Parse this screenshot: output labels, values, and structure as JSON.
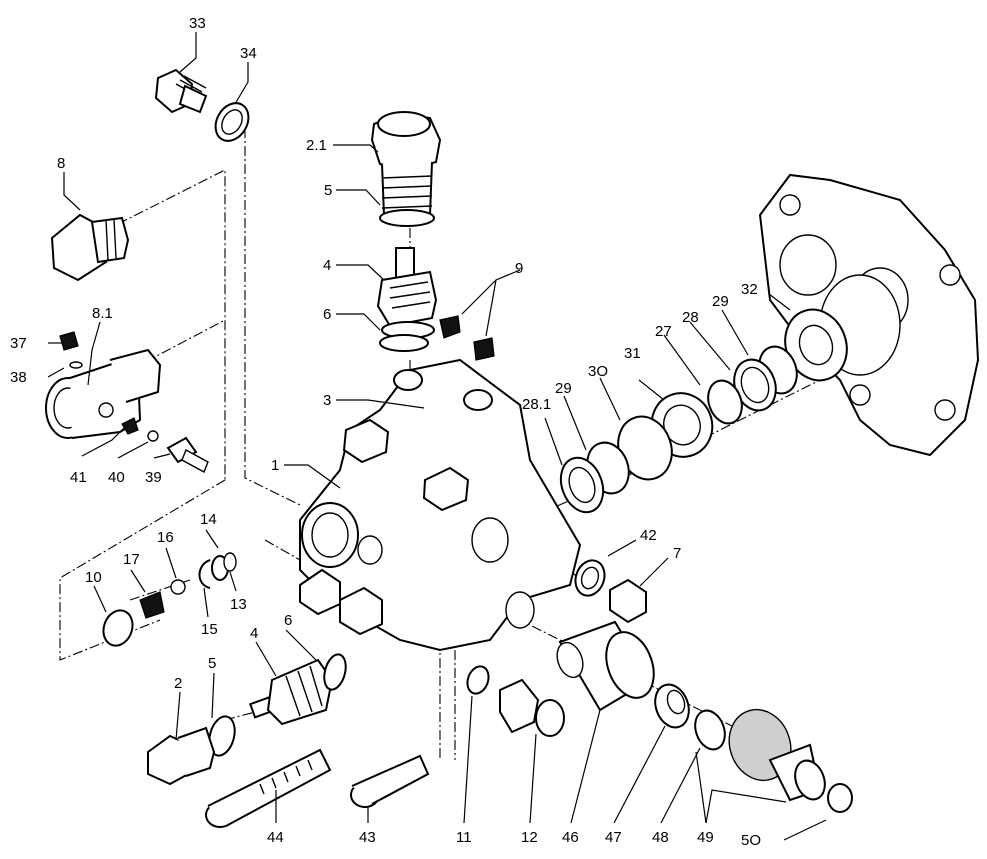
{
  "labels": {
    "l33": "33",
    "l34": "34",
    "l2_1": "2.1",
    "l5_top": "5",
    "l8": "8",
    "l4_top": "4",
    "l9": "9",
    "l6_top": "6",
    "l8_1": "8.1",
    "l37": "37",
    "l38": "38",
    "l3": "3",
    "l32": "32",
    "l29_a": "29",
    "l28": "28",
    "l27": "27",
    "l31": "31",
    "l30": "3O",
    "l29_b": "29",
    "l28_1": "28.1",
    "l1": "1",
    "l41": "41",
    "l40": "40",
    "l39": "39",
    "l14": "14",
    "l16": "16",
    "l17": "17",
    "l10": "10",
    "l15": "15",
    "l13": "13",
    "l42": "42",
    "l7": "7",
    "l6_bot": "6",
    "l4_bot": "4",
    "l2": "2",
    "l5_bot": "5",
    "l44": "44",
    "l43": "43",
    "l11": "11",
    "l12": "12",
    "l46": "46",
    "l47": "47",
    "l48": "48",
    "l49": "49",
    "l50": "5O"
  }
}
